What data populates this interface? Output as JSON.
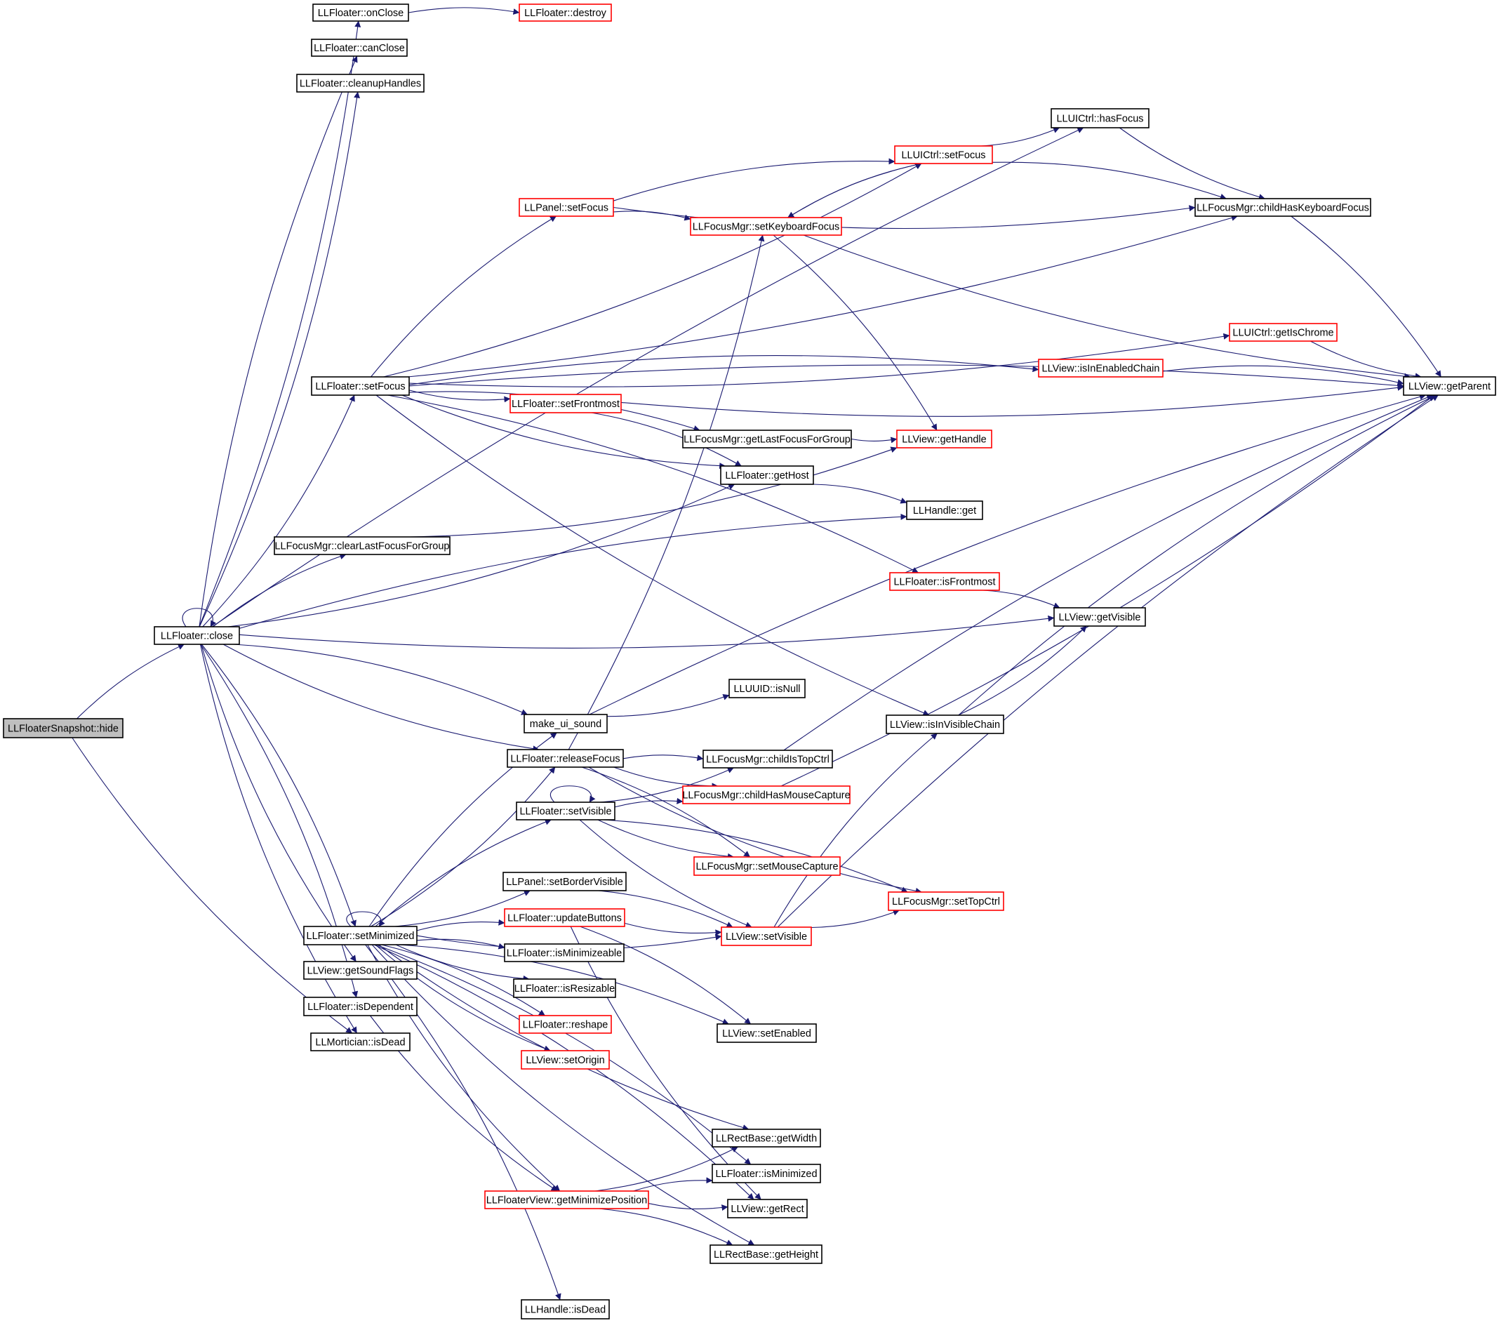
{
  "diagram": {
    "colors": {
      "edge": "#191970",
      "node_fill": "#ffffff",
      "node_fill_root": "#bfbfbf",
      "border_complete": "#000000",
      "border_truncated": "#ff0000"
    },
    "nodes": [
      {
        "id": "hide",
        "label": "LLFloaterSnapshot::hide",
        "style": "root"
      },
      {
        "id": "close",
        "label": "LLFloater::close",
        "style": "black"
      },
      {
        "id": "onClose",
        "label": "LLFloater::onClose",
        "style": "black"
      },
      {
        "id": "destroy",
        "label": "LLFloater::destroy",
        "style": "red"
      },
      {
        "id": "canClose",
        "label": "LLFloater::canClose",
        "style": "black"
      },
      {
        "id": "cleanupHandles",
        "label": "LLFloater::cleanupHandles",
        "style": "black"
      },
      {
        "id": "hasFocus",
        "label": "LLUICtrl::hasFocus",
        "style": "black"
      },
      {
        "id": "uiSetFocus",
        "label": "LLUICtrl::setFocus",
        "style": "red"
      },
      {
        "id": "panelSetFocus",
        "label": "LLPanel::setFocus",
        "style": "red"
      },
      {
        "id": "childHasKbd",
        "label": "LLFocusMgr::childHasKeyboardFocus",
        "style": "black"
      },
      {
        "id": "setKbdFocus",
        "label": "LLFocusMgr::setKeyboardFocus",
        "style": "red"
      },
      {
        "id": "getIsChrome",
        "label": "LLUICtrl::getIsChrome",
        "style": "red"
      },
      {
        "id": "isInEnabledChain",
        "label": "LLView::isInEnabledChain",
        "style": "red"
      },
      {
        "id": "getParent",
        "label": "LLView::getParent",
        "style": "black"
      },
      {
        "id": "floaterSetFocus",
        "label": "LLFloater::setFocus",
        "style": "black"
      },
      {
        "id": "setFrontmost",
        "label": "LLFloater::setFrontmost",
        "style": "red"
      },
      {
        "id": "getLastFocus",
        "label": "LLFocusMgr::getLastFocusForGroup",
        "style": "black"
      },
      {
        "id": "getHandle",
        "label": "LLView::getHandle",
        "style": "red"
      },
      {
        "id": "getHost",
        "label": "LLFloater::getHost",
        "style": "black"
      },
      {
        "id": "handleGet",
        "label": "LLHandle::get",
        "style": "black"
      },
      {
        "id": "clearLastFocus",
        "label": "LLFocusMgr::clearLastFocusForGroup",
        "style": "black"
      },
      {
        "id": "isFrontmost",
        "label": "LLFloater::isFrontmost",
        "style": "red"
      },
      {
        "id": "getVisible",
        "label": "LLView::getVisible",
        "style": "black"
      },
      {
        "id": "isNull",
        "label": "LLUUID::isNull",
        "style": "black"
      },
      {
        "id": "makeUiSound",
        "label": "make_ui_sound",
        "style": "black"
      },
      {
        "id": "isInVisibleChain",
        "label": "LLView::isInVisibleChain",
        "style": "black"
      },
      {
        "id": "releaseFocus",
        "label": "LLFloater::releaseFocus",
        "style": "black"
      },
      {
        "id": "childIsTopCtrl",
        "label": "LLFocusMgr::childIsTopCtrl",
        "style": "black"
      },
      {
        "id": "childHasMouse",
        "label": "LLFocusMgr::childHasMouseCapture",
        "style": "red"
      },
      {
        "id": "floaterSetVisible",
        "label": "LLFloater::setVisible",
        "style": "black"
      },
      {
        "id": "setMouseCapture",
        "label": "LLFocusMgr::setMouseCapture",
        "style": "red"
      },
      {
        "id": "setBorderVisible",
        "label": "LLPanel::setBorderVisible",
        "style": "black"
      },
      {
        "id": "setTopCtrl",
        "label": "LLFocusMgr::setTopCtrl",
        "style": "red"
      },
      {
        "id": "updateButtons",
        "label": "LLFloater::updateButtons",
        "style": "red"
      },
      {
        "id": "setMinimized",
        "label": "LLFloater::setMinimized",
        "style": "black"
      },
      {
        "id": "viewSetVisible",
        "label": "LLView::setVisible",
        "style": "red"
      },
      {
        "id": "isMinimizeable",
        "label": "LLFloater::isMinimizeable",
        "style": "black"
      },
      {
        "id": "getSoundFlags",
        "label": "LLView::getSoundFlags",
        "style": "black"
      },
      {
        "id": "isResizable",
        "label": "LLFloater::isResizable",
        "style": "black"
      },
      {
        "id": "isDependent",
        "label": "LLFloater::isDependent",
        "style": "black"
      },
      {
        "id": "reshape",
        "label": "LLFloater::reshape",
        "style": "red"
      },
      {
        "id": "setEnabled",
        "label": "LLView::setEnabled",
        "style": "black"
      },
      {
        "id": "isDead",
        "label": "LLMortician::isDead",
        "style": "black"
      },
      {
        "id": "setOrigin",
        "label": "LLView::setOrigin",
        "style": "red"
      },
      {
        "id": "getWidth",
        "label": "LLRectBase::getWidth",
        "style": "black"
      },
      {
        "id": "isMinimized",
        "label": "LLFloater::isMinimized",
        "style": "black"
      },
      {
        "id": "getMinPos",
        "label": "LLFloaterView::getMinimizePosition",
        "style": "red"
      },
      {
        "id": "getRect",
        "label": "LLView::getRect",
        "style": "black"
      },
      {
        "id": "getHeight",
        "label": "LLRectBase::getHeight",
        "style": "black"
      },
      {
        "id": "handleIsDead",
        "label": "LLHandle::isDead",
        "style": "black"
      }
    ],
    "edges": [
      [
        "hide",
        "close"
      ],
      [
        "hide",
        "isDead"
      ],
      [
        "close",
        "close"
      ],
      [
        "close",
        "onClose"
      ],
      [
        "close",
        "canClose"
      ],
      [
        "close",
        "cleanupHandles"
      ],
      [
        "close",
        "hasFocus"
      ],
      [
        "close",
        "floaterSetFocus"
      ],
      [
        "close",
        "clearLastFocus"
      ],
      [
        "close",
        "getHost"
      ],
      [
        "close",
        "handleGet"
      ],
      [
        "close",
        "getVisible"
      ],
      [
        "close",
        "makeUiSound"
      ],
      [
        "close",
        "releaseFocus"
      ],
      [
        "close",
        "setMinimized"
      ],
      [
        "close",
        "getSoundFlags"
      ],
      [
        "close",
        "isDependent"
      ],
      [
        "close",
        "isDead"
      ],
      [
        "onClose",
        "destroy"
      ],
      [
        "floaterSetFocus",
        "uiSetFocus"
      ],
      [
        "floaterSetFocus",
        "panelSetFocus"
      ],
      [
        "floaterSetFocus",
        "childHasKbd"
      ],
      [
        "floaterSetFocus",
        "getParent"
      ],
      [
        "floaterSetFocus",
        "getIsChrome"
      ],
      [
        "floaterSetFocus",
        "isInEnabledChain"
      ],
      [
        "floaterSetFocus",
        "setFrontmost"
      ],
      [
        "floaterSetFocus",
        "getLastFocus"
      ],
      [
        "floaterSetFocus",
        "getHost"
      ],
      [
        "floaterSetFocus",
        "isFrontmost"
      ],
      [
        "floaterSetFocus",
        "isInVisibleChain"
      ],
      [
        "panelSetFocus",
        "uiSetFocus"
      ],
      [
        "panelSetFocus",
        "childHasKbd"
      ],
      [
        "panelSetFocus",
        "setKbdFocus"
      ],
      [
        "uiSetFocus",
        "hasFocus"
      ],
      [
        "uiSetFocus",
        "childHasKbd"
      ],
      [
        "uiSetFocus",
        "setKbdFocus"
      ],
      [
        "setKbdFocus",
        "uiSetFocus"
      ],
      [
        "setKbdFocus",
        "getParent"
      ],
      [
        "setKbdFocus",
        "getHandle"
      ],
      [
        "hasFocus",
        "childHasKbd"
      ],
      [
        "childHasKbd",
        "getParent"
      ],
      [
        "getIsChrome",
        "getParent"
      ],
      [
        "isInEnabledChain",
        "getParent"
      ],
      [
        "setFrontmost",
        "getParent"
      ],
      [
        "setFrontmost",
        "getHost"
      ],
      [
        "getLastFocus",
        "getHandle"
      ],
      [
        "getHost",
        "handleGet"
      ],
      [
        "clearLastFocus",
        "getHandle"
      ],
      [
        "isFrontmost",
        "getVisible"
      ],
      [
        "makeUiSound",
        "isNull"
      ],
      [
        "makeUiSound",
        "getParent"
      ],
      [
        "isInVisibleChain",
        "getVisible"
      ],
      [
        "isInVisibleChain",
        "getParent"
      ],
      [
        "releaseFocus",
        "setKbdFocus"
      ],
      [
        "releaseFocus",
        "childIsTopCtrl"
      ],
      [
        "releaseFocus",
        "childHasMouse"
      ],
      [
        "releaseFocus",
        "setMouseCapture"
      ],
      [
        "releaseFocus",
        "setTopCtrl"
      ],
      [
        "childIsTopCtrl",
        "getParent"
      ],
      [
        "childHasMouse",
        "getParent"
      ],
      [
        "floaterSetVisible",
        "floaterSetVisible"
      ],
      [
        "floaterSetVisible",
        "childIsTopCtrl"
      ],
      [
        "floaterSetVisible",
        "childHasMouse"
      ],
      [
        "floaterSetVisible",
        "setMouseCapture"
      ],
      [
        "floaterSetVisible",
        "setTopCtrl"
      ],
      [
        "floaterSetVisible",
        "viewSetVisible"
      ],
      [
        "setBorderVisible",
        "viewSetVisible"
      ],
      [
        "updateButtons",
        "viewSetVisible"
      ],
      [
        "updateButtons",
        "setEnabled"
      ],
      [
        "updateButtons",
        "getRect"
      ],
      [
        "viewSetVisible",
        "isInVisibleChain"
      ],
      [
        "viewSetVisible",
        "setTopCtrl"
      ],
      [
        "viewSetVisible",
        "getParent"
      ],
      [
        "setMinimized",
        "setMinimized"
      ],
      [
        "setMinimized",
        "makeUiSound"
      ],
      [
        "setMinimized",
        "releaseFocus"
      ],
      [
        "setMinimized",
        "floaterSetVisible"
      ],
      [
        "setMinimized",
        "setBorderVisible"
      ],
      [
        "setMinimized",
        "updateButtons"
      ],
      [
        "setMinimized",
        "viewSetVisible"
      ],
      [
        "setMinimized",
        "isMinimizeable"
      ],
      [
        "setMinimized",
        "isResizable"
      ],
      [
        "setMinimized",
        "reshape"
      ],
      [
        "setMinimized",
        "setOrigin"
      ],
      [
        "setMinimized",
        "setEnabled"
      ],
      [
        "setMinimized",
        "getWidth"
      ],
      [
        "setMinimized",
        "isMinimized"
      ],
      [
        "setMinimized",
        "getMinPos"
      ],
      [
        "setMinimized",
        "getRect"
      ],
      [
        "setMinimized",
        "getHeight"
      ],
      [
        "setMinimized",
        "handleIsDead"
      ],
      [
        "getMinPos",
        "getWidth"
      ],
      [
        "getMinPos",
        "isMinimized"
      ],
      [
        "getMinPos",
        "getRect"
      ],
      [
        "getMinPos",
        "getHeight"
      ],
      [
        "isDependent",
        "getMinPos"
      ]
    ]
  }
}
